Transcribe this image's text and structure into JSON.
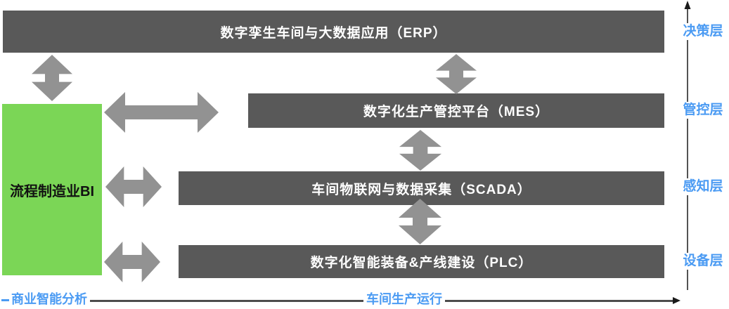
{
  "layers": [
    {
      "name": "erp",
      "label": "数字孪生车间与大数据应用（ERP）",
      "level": "决策层"
    },
    {
      "name": "mes",
      "label": "数字化生产管控平台（MES）",
      "level": "管控层"
    },
    {
      "name": "scada",
      "label": "车间物联网与数据采集（SCADA）",
      "level": "感知层"
    },
    {
      "name": "plc",
      "label": "数字化智能装备&产线建设（PLC）",
      "level": "设备层"
    }
  ],
  "bi_box": {
    "label": "流程制造业BI"
  },
  "bottom_axis": {
    "left_label": "商业智能分析",
    "right_label": "车间生产运行"
  },
  "colors": {
    "layer_bar": "#595959",
    "connector_arrow": "#929292",
    "bi_green": "#7BD656",
    "accent_blue": "#4B9BF3",
    "axis_line": "#4d4d4d",
    "axis_arrow": "#1a1a1a"
  }
}
